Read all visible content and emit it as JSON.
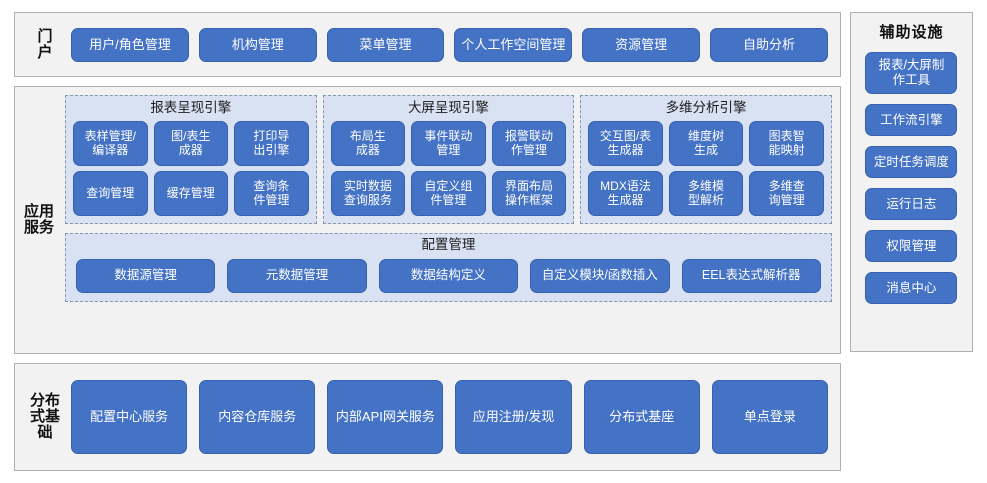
{
  "portal": {
    "label": "门户",
    "items": [
      "用户/角色管理",
      "机构管理",
      "菜单管理",
      "个人工作空间管理",
      "资源管理",
      "自助分析"
    ]
  },
  "app_service": {
    "label": "应用服务",
    "engines": [
      {
        "title": "报表呈现引擎",
        "items": [
          "表样管理/\n编译器",
          "图/表生\n成器",
          "打印导\n出引擎",
          "查询管理",
          "缓存管理",
          "查询条\n件管理"
        ]
      },
      {
        "title": "大屏呈现引擎",
        "items": [
          "布局生\n成器",
          "事件联动\n管理",
          "报警联动\n作管理",
          "实时数据\n查询服务",
          "自定义组\n件管理",
          "界面布局\n操作框架"
        ]
      },
      {
        "title": "多维分析引擎",
        "items": [
          "交互图/表\n生成器",
          "维度树\n生成",
          "图表智\n能映射",
          "MDX语法\n生成器",
          "多维模\n型解析",
          "多维查\n询管理"
        ]
      }
    ],
    "config": {
      "title": "配置管理",
      "items": [
        "数据源管理",
        "元数据管理",
        "数据结构定义",
        "自定义模块/函数插入",
        "EEL表达式解析器"
      ]
    }
  },
  "distributed_base": {
    "label": "分布式基础",
    "items": [
      "配置中心服务",
      "内容仓库服务",
      "内部API网关服务",
      "应用注册/发现",
      "分布式基座",
      "单点登录"
    ]
  },
  "aux_facilities": {
    "title": "辅助设施",
    "items": [
      "报表/大屏制\n作工具",
      "工作流引擎",
      "定时任务调度",
      "运行日志",
      "权限管理",
      "消息中心"
    ]
  },
  "colors": {
    "button_blue": "#4472c4",
    "group_bg": "#d9e2f3",
    "panel_bg": "#f2f2f2",
    "panel_border": "#b0b0b0",
    "group_border": "#8496b0"
  }
}
